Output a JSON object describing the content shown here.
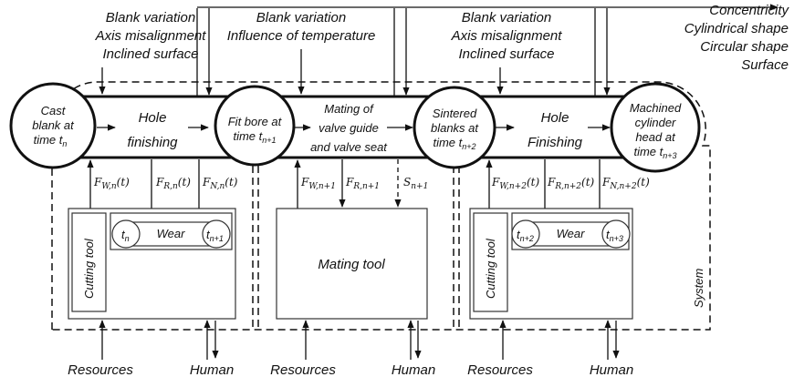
{
  "inputs": {
    "left": [
      "Blank variation",
      "Axis misalignment",
      "Inclined surface"
    ],
    "middle": [
      "Blank variation",
      "Influence of temperature"
    ],
    "right": [
      "Blank variation",
      "Axis misalignment",
      "Inclined surface"
    ]
  },
  "outputs": [
    "Concentricity",
    "Cylindrical shape",
    "Circular shape",
    "Surface"
  ],
  "states": {
    "s0": {
      "lines": [
        "Cast",
        "blank at",
        "time t"
      ],
      "sub": "n"
    },
    "s1": {
      "lines": [
        "Fit bore at",
        "time t"
      ],
      "sub": "n+1"
    },
    "s2": {
      "lines": [
        "Sintered",
        "blanks at",
        "time t"
      ],
      "sub": "n+2"
    },
    "s3": {
      "lines": [
        "Machined",
        "cylinder",
        "head at",
        "time t"
      ],
      "sub": "n+3"
    }
  },
  "processes": {
    "p1": [
      "Hole",
      "finishing"
    ],
    "p2": [
      "Mating of",
      "valve guide",
      "and valve seat"
    ],
    "p3": [
      "Hole",
      "Finishing"
    ]
  },
  "flows": {
    "fw1": {
      "main": "F",
      "sub": "W,n",
      "arg": "(t)"
    },
    "fr1": {
      "main": "F",
      "sub": "R,n",
      "arg": "(t)"
    },
    "fn1": {
      "main": "F",
      "sub": "N,n",
      "arg": "(t)"
    },
    "fw2": {
      "main": "F",
      "sub": "W,n+1",
      "arg": ""
    },
    "fr2": {
      "main": "F",
      "sub": "R,n+1",
      "arg": ""
    },
    "s2": {
      "main": "S",
      "sub": "n+1",
      "arg": ""
    },
    "fw3": {
      "main": "F",
      "sub": "W,n+2",
      "arg": "(t)"
    },
    "fr3": {
      "main": "F",
      "sub": "R,n+2",
      "arg": "(t)"
    },
    "fn3": {
      "main": "F",
      "sub": "N,n+2",
      "arg": "(t)"
    }
  },
  "tools": {
    "cutting_tool": "Cutting tool",
    "wear": "Wear",
    "mating_tool": "Mating tool",
    "wear_left": {
      "a": {
        "main": "t",
        "sub": "n"
      },
      "b": {
        "main": "t",
        "sub": "n+1"
      }
    },
    "wear_right": {
      "a": {
        "main": "t",
        "sub": "n+2"
      },
      "b": {
        "main": "t",
        "sub": "n+3"
      }
    }
  },
  "system_label": "System",
  "bottom": {
    "resources": "Resources",
    "human": "Human"
  }
}
